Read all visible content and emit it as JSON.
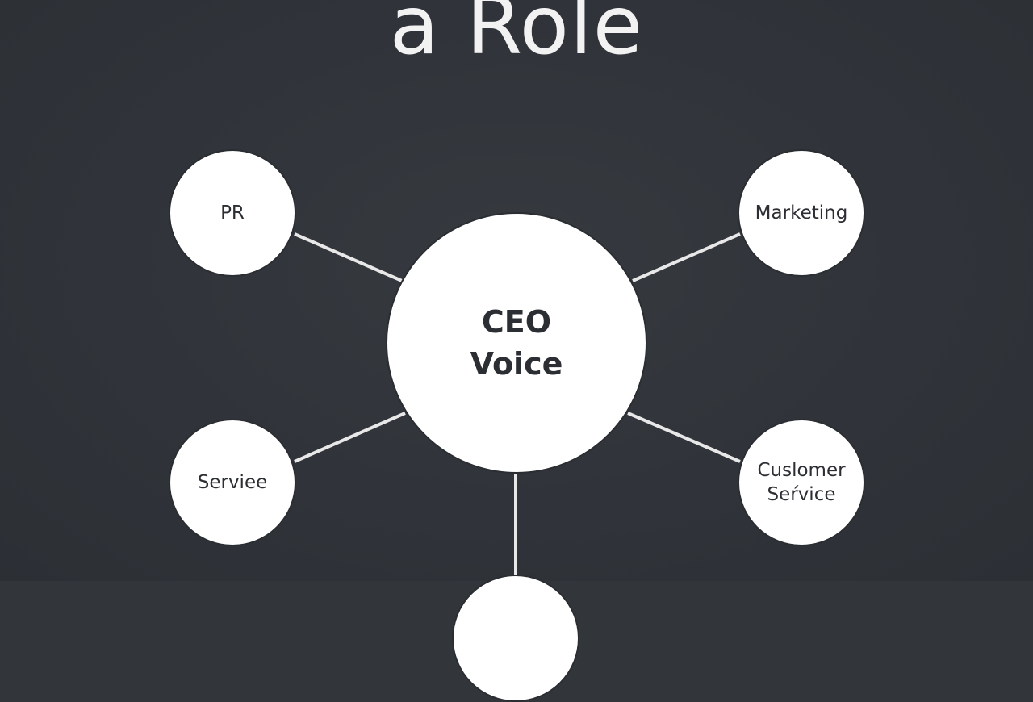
{
  "title": "a Role",
  "diagram": {
    "center": {
      "label": "CEO\nVoice"
    },
    "nodes": {
      "top_left": {
        "label": "PR"
      },
      "top_right": {
        "label": "Marketing"
      },
      "bottom_left": {
        "label": "Serviee"
      },
      "bottom_right": {
        "label": "Cuslomer\nSeŕvice"
      },
      "bottom": {
        "label": ""
      }
    }
  },
  "colors": {
    "background": "#32363a",
    "node_fill": "#ffffff",
    "connector": "#e8e8e8",
    "title_text": "#f2f2f2",
    "node_text": "#2b2e33"
  }
}
